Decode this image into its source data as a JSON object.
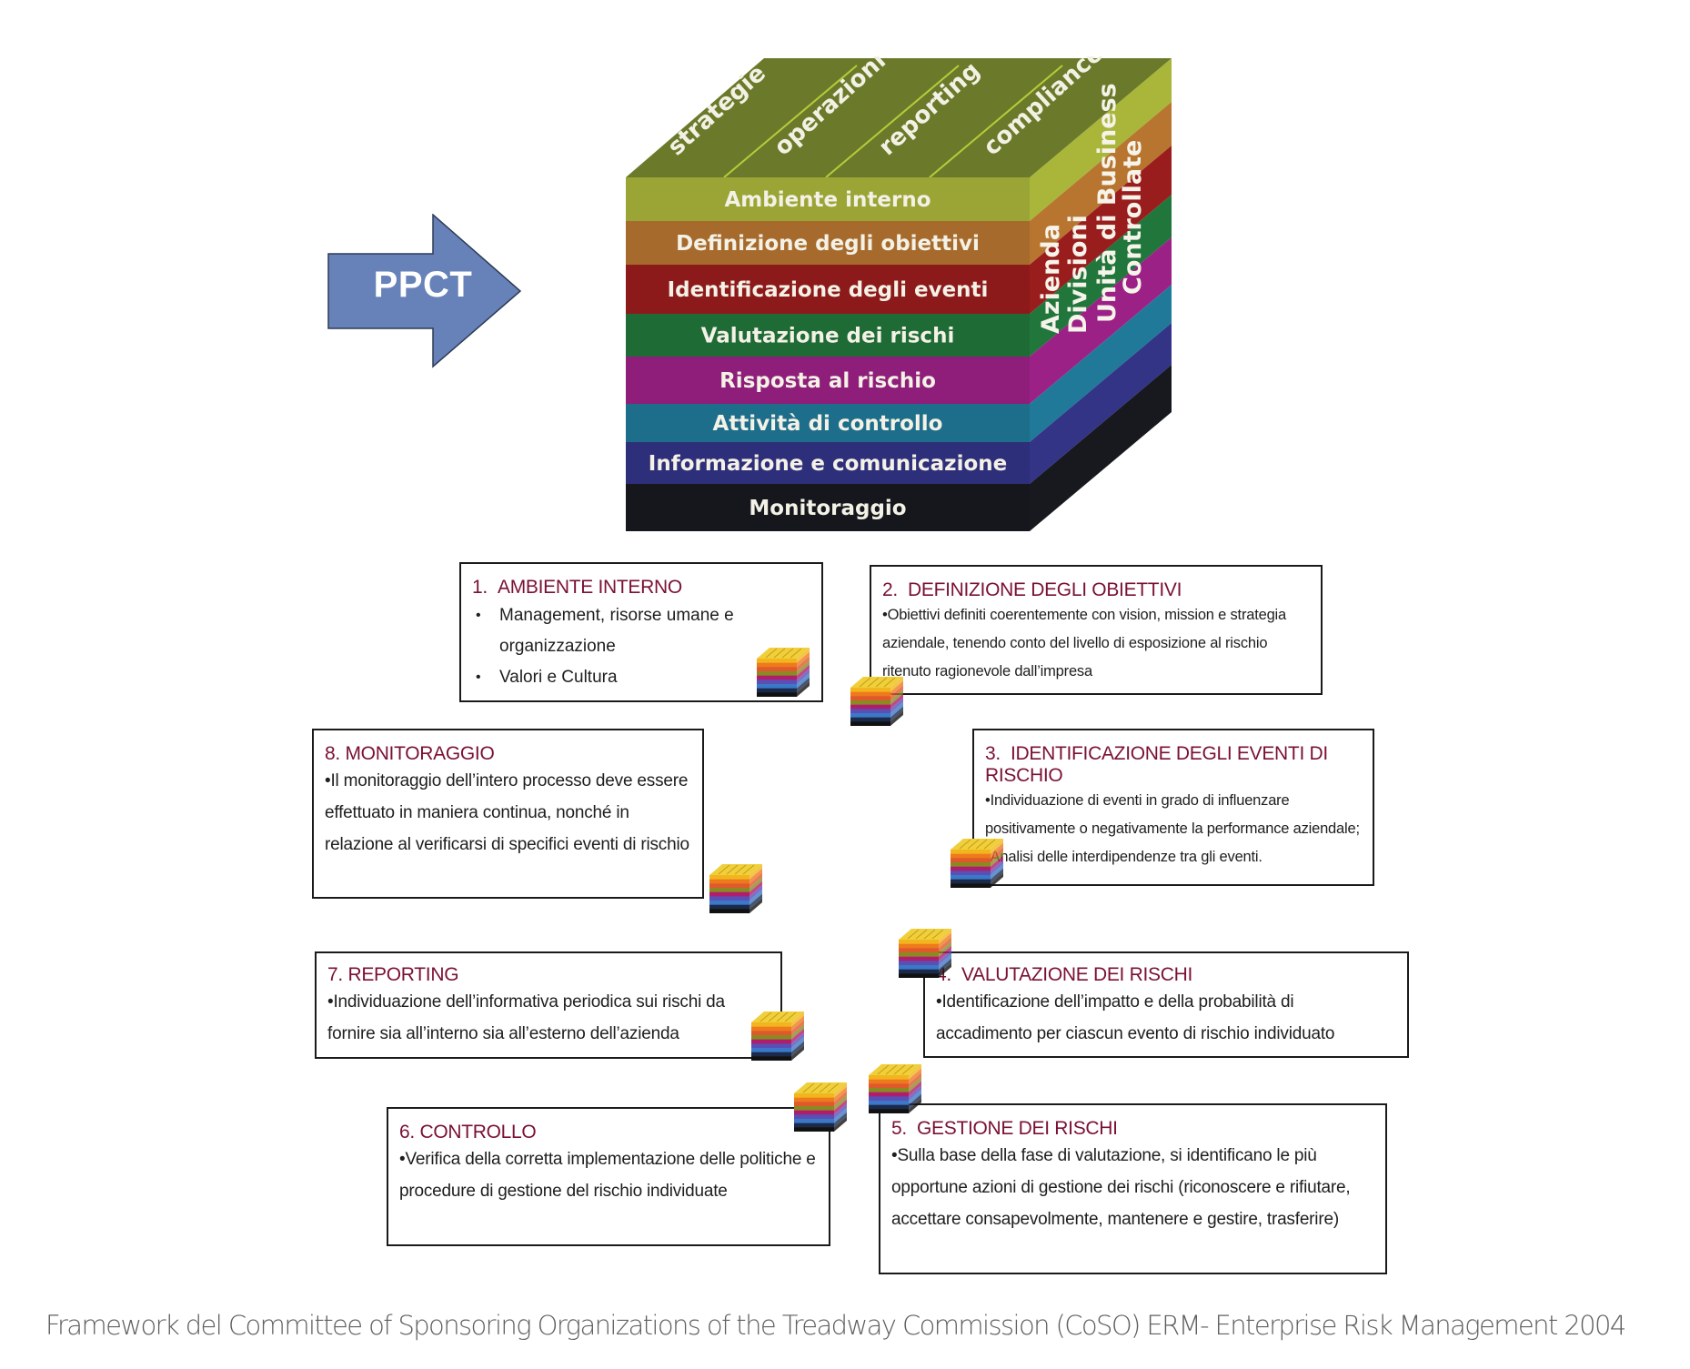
{
  "arrow": {
    "label": "PPCT",
    "color": "#6682b8",
    "icon": "right-arrow-icon"
  },
  "cube": {
    "top_categories": [
      "strategie",
      "operazioni",
      "reporting",
      "compliance"
    ],
    "layers": [
      {
        "label": "Ambiente interno",
        "color": "#9aa535"
      },
      {
        "label": "Definizione degli obiettivi",
        "color": "#a66a2c"
      },
      {
        "label": "Identificazione degli eventi",
        "color": "#8c1a1a"
      },
      {
        "label": "Valutazione dei rischi",
        "color": "#1e6b36"
      },
      {
        "label": "Risposta al rischio",
        "color": "#8e1e7a"
      },
      {
        "label": "Attività di controllo",
        "color": "#1d6e8a"
      },
      {
        "label": "Informazione e comunicazione",
        "color": "#2e2f7a"
      },
      {
        "label": "Monitoraggio",
        "color": "#15171c"
      }
    ],
    "top_color": "#6b7a2a",
    "side_labels": [
      "Azienda",
      "Divisioni",
      "Unità di Business",
      "Controllate"
    ]
  },
  "steps": [
    {
      "number": "1.",
      "title": "AMBIENTE INTERNO",
      "bullets": [
        "Management, risorse umane e organizzazione",
        "Valori e Cultura"
      ]
    },
    {
      "number": "2.",
      "title": "DEFINIZIONE DEGLI OBIETTIVI",
      "text": "•Obiettivi definiti coerentemente con vision, mission e strategia aziendale, tenendo conto del livello di esposizione al rischio ritenuto ragionevole dall’impresa"
    },
    {
      "number": "3.",
      "title": "IDENTIFICAZIONE DEGLI EVENTI DI RISCHIO",
      "text_lines": [
        "•Individuazione di eventi in grado di influenzare positivamente o negativamente la performance aziendale;",
        "•Analisi delle interdipendenze tra gli eventi."
      ]
    },
    {
      "number": "4.",
      "title": "VALUTAZIONE DEI RISCHI",
      "text": "•Identificazione dell’impatto e della probabilità di accadimento per ciascun evento di rischio individuato"
    },
    {
      "number": "5.",
      "title": "GESTIONE DEI RISCHI",
      "text": "•Sulla base della fase di valutazione, si identificano le più opportune azioni di gestione dei rischi (riconoscere e rifiutare, accettare consapevolmente, mantenere e gestire, trasferire)"
    },
    {
      "number": "6.",
      "title": "CONTROLLO",
      "text": "•Verifica della corretta implementazione delle politiche e procedure di gestione del rischio individuate"
    },
    {
      "number": "7.",
      "title": "REPORTING",
      "text": "•Individuazione dell’informativa periodica sui rischi da fornire sia all’interno sia all’esterno dell’azienda"
    },
    {
      "number": "8.",
      "title": "MONITORAGGIO",
      "text": "•Il monitoraggio dell’intero processo deve essere effettuato in maniera continua, nonché in relazione al verificarsi di specifici eventi di rischio"
    }
  ],
  "cycle_order": [
    1,
    2,
    3,
    4,
    5,
    6,
    7,
    8
  ],
  "connector_color": "#d0202a",
  "step_title_color": "#7a1034",
  "caption": "Framework del Committee of Sponsoring Organizations of the Treadway Commission (CoSO) ERM- Enterprise Risk Management 2004"
}
